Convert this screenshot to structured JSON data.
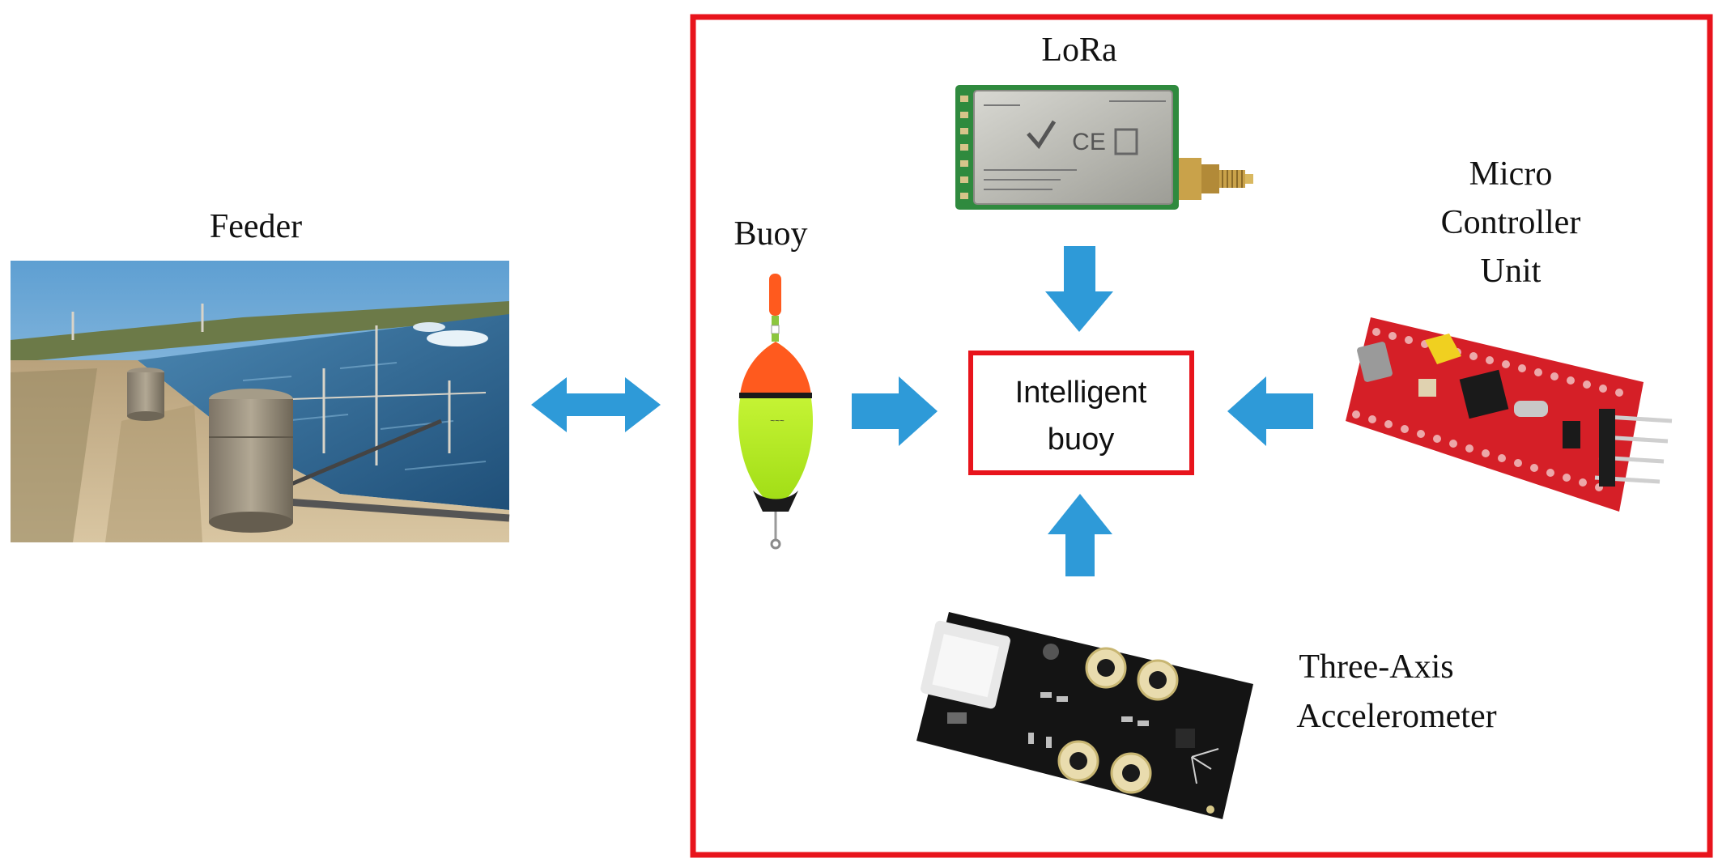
{
  "labels": {
    "feeder": "Feeder",
    "buoy": "Buoy",
    "lora": "LoRa",
    "mcu_line1": "Micro",
    "mcu_line2": "Controller",
    "mcu_line3": "Unit",
    "accel_line1": "Three-Axis",
    "accel_line2": "Accelerometer",
    "center_line1": "Intelligent",
    "center_line2": "buoy"
  },
  "colors": {
    "frame": "#e8141c",
    "arrow": "#2e9ad8",
    "pcb_red": "#d51f27",
    "pcb_green": "#2f8a3e",
    "pcb_black": "#141414",
    "buoy_orange": "#ff5a1e",
    "buoy_yellow": "#c8f52a"
  },
  "components": [
    {
      "id": "feeder",
      "icon": "pond-feeder-photo"
    },
    {
      "id": "buoy",
      "icon": "fishing-float"
    },
    {
      "id": "lora",
      "icon": "lora-module"
    },
    {
      "id": "mcu",
      "icon": "microcontroller-board"
    },
    {
      "id": "accelerometer",
      "icon": "accelerometer-board"
    }
  ]
}
